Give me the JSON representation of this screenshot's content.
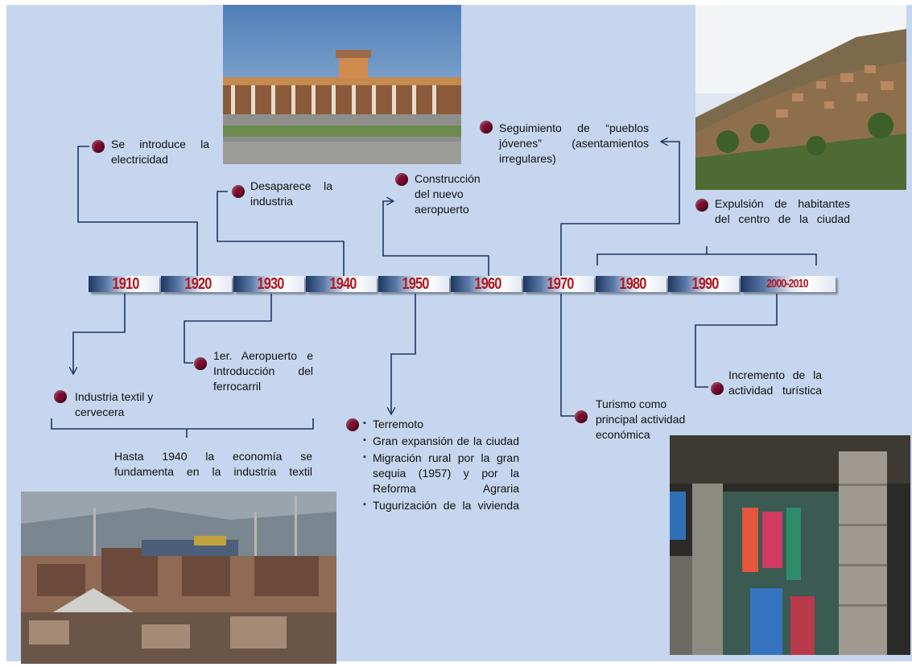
{
  "timeline": {
    "years": [
      "1910",
      "1920",
      "1930",
      "1940",
      "1950",
      "1960",
      "1970",
      "1980",
      "1990",
      "2000-2010"
    ]
  },
  "events": {
    "electricidad": "Se introduce la electricidad",
    "desaparece_industria": "Desaparece la industria",
    "nuevo_aeropuerto": "Construcción del nuevo aeropuerto",
    "pueblos_jovenes": "Seguimiento de “pueblos jóvenes” (asentamientos irregulares)",
    "expulsion": "Expulsión de habitantes del centro de la ciudad",
    "industria_textil": "Industria textil y cervecera",
    "aeropuerto_ferrocarril": "1er. Aeropuerto e Introducción del ferrocarril",
    "turismo": "Turismo como principal actividad económica",
    "incremento_turismo": "Incremento de la actividad turística"
  },
  "note_textil": "Hasta 1940 la economía se fundamenta en la industria textil",
  "bullets_1950": [
    "Terremoto",
    "Gran expansión de la ciudad",
    "Migración rural por la gran sequia (1957) y por la Reforma Agraria",
    "Tugurización de la vivienda"
  ],
  "colors": {
    "background": "#c5d6ee",
    "bullet_dot": "#7a0b2e",
    "year_text": "#b01a22",
    "bar_dark": "#1f3760"
  },
  "icons": {
    "event_marker": "dot-icon",
    "list_marker": "square-bullet-icon"
  }
}
